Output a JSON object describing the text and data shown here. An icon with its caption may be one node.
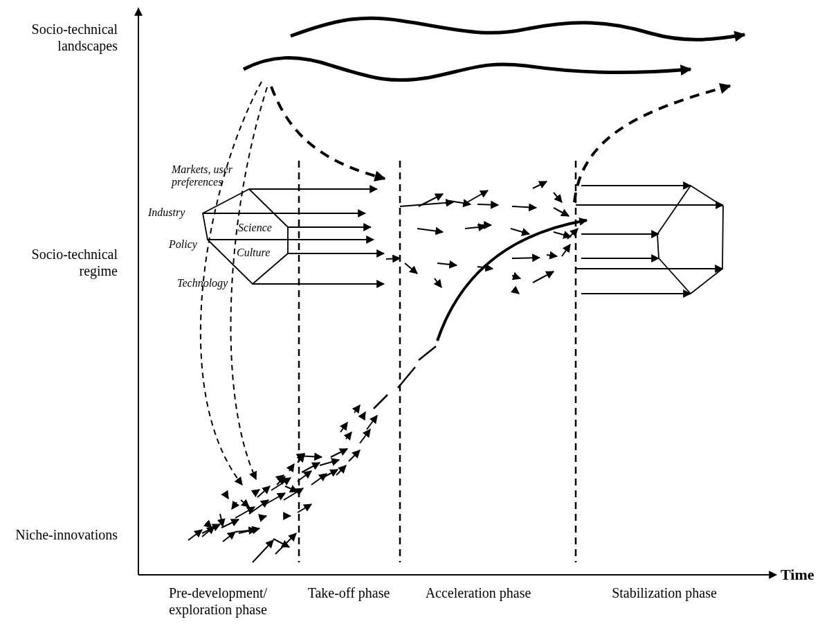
{
  "diagram": {
    "nodes": [
      {
        "text": [
          "Markets, user preferences",
          "Industry",
          "Science",
          "Policy",
          "Culture",
          "Technology"
        ]
      },
      {
        "text": [],
        "shape": "hexagon"
      }
    ],
    "labels": [
      "Socio-technical landscapes",
      "Socio-technical regime",
      "Niche-innovations",
      "Time",
      "Pre-development/ exploration phase",
      "Take-off phase",
      "Acceleration phase",
      "Stabilization phase"
    ]
  }
}
